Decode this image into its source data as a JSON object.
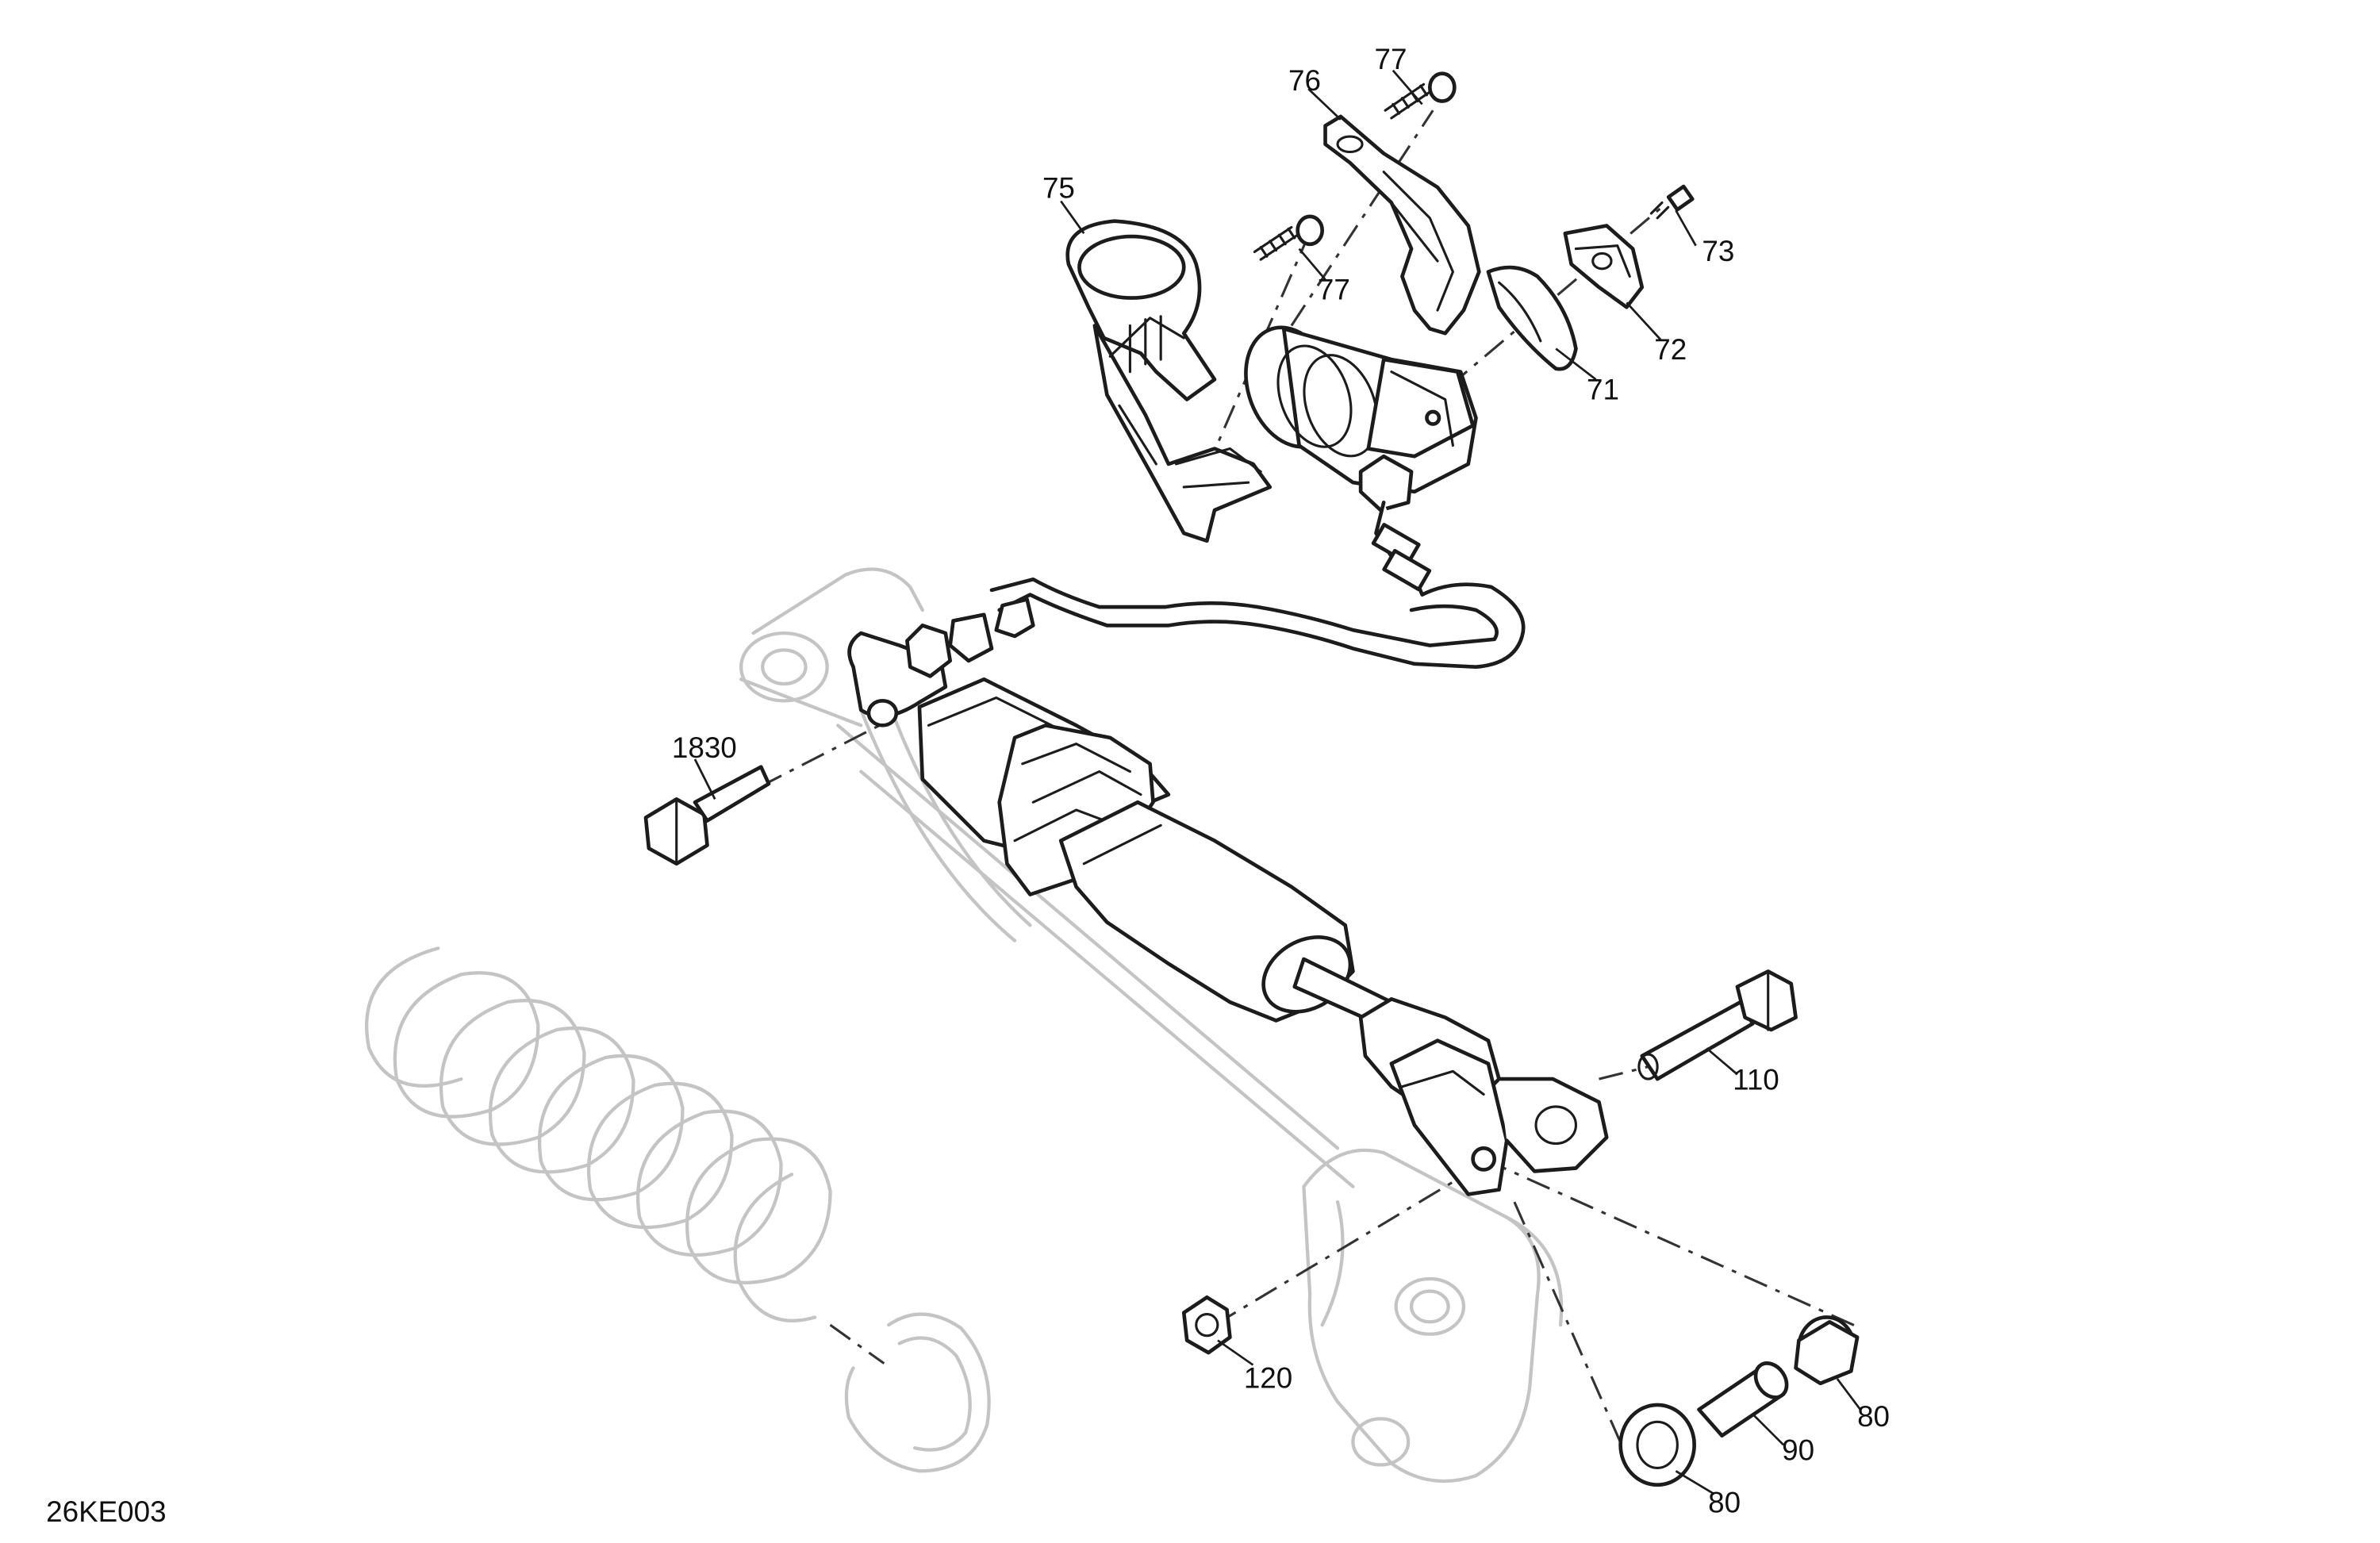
{
  "diagram": {
    "drawing_code": "26KE003",
    "callouts": [
      {
        "id": "c-76",
        "text": "76"
      },
      {
        "id": "c-77a",
        "text": "77"
      },
      {
        "id": "c-75",
        "text": "75"
      },
      {
        "id": "c-77b",
        "text": "77"
      },
      {
        "id": "c-73",
        "text": "73"
      },
      {
        "id": "c-72",
        "text": "72"
      },
      {
        "id": "c-71",
        "text": "71"
      },
      {
        "id": "c-1830",
        "text": "1830"
      },
      {
        "id": "c-110",
        "text": "110"
      },
      {
        "id": "c-120",
        "text": "120"
      },
      {
        "id": "c-80a",
        "text": "80"
      },
      {
        "id": "c-90",
        "text": "90"
      },
      {
        "id": "c-80b",
        "text": "80"
      }
    ]
  }
}
